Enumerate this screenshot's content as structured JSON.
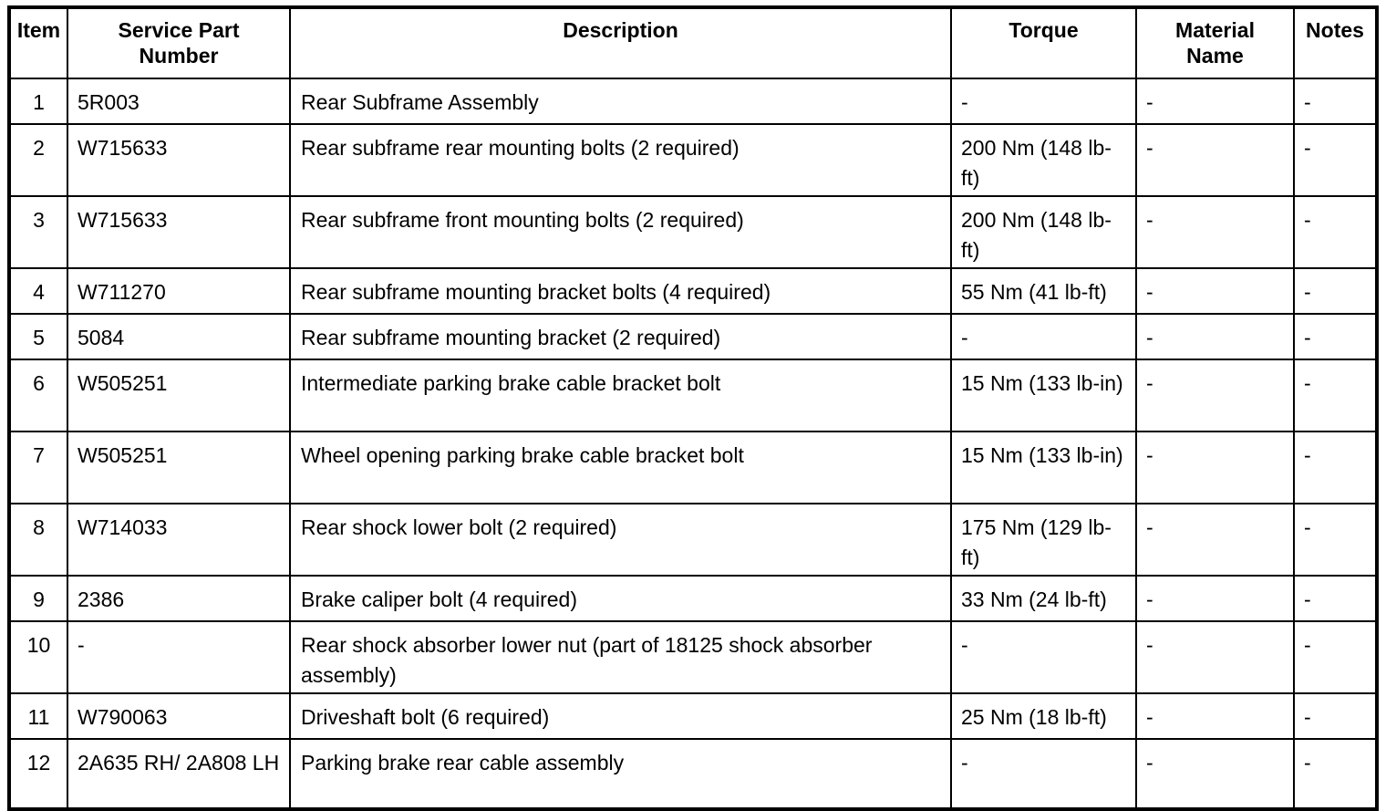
{
  "table": {
    "columns": [
      {
        "key": "item",
        "label": "Item"
      },
      {
        "key": "part",
        "label": "Service Part Number"
      },
      {
        "key": "desc",
        "label": "Description"
      },
      {
        "key": "torque",
        "label": "Torque"
      },
      {
        "key": "mat",
        "label": "Material Name"
      },
      {
        "key": "notes",
        "label": "Notes"
      }
    ],
    "header": {
      "item": "Item",
      "part_line1": "Service Part",
      "part_line2": "Number",
      "desc": "Description",
      "torque": "Torque",
      "mat_line1": "Material",
      "mat_line2": "Name",
      "notes": "Notes"
    },
    "empty_value": "-",
    "rows": [
      {
        "item": "1",
        "part": "5R003",
        "desc": "Rear Subframe Assembly",
        "torque": "-",
        "mat": "-",
        "notes": "-"
      },
      {
        "item": "2",
        "part": "W715633",
        "desc": "Rear subframe rear mounting bolts (2 required)",
        "torque": "200 Nm (148 lb-ft)",
        "mat": "-",
        "notes": "-"
      },
      {
        "item": "3",
        "part": "W715633",
        "desc": "Rear subframe front mounting bolts (2 required)",
        "torque": "200 Nm (148 lb-ft)",
        "mat": "-",
        "notes": "-"
      },
      {
        "item": "4",
        "part": "W711270",
        "desc": "Rear subframe mounting bracket bolts (4 required)",
        "torque": "55 Nm (41 lb-ft)",
        "mat": "-",
        "notes": "-"
      },
      {
        "item": "5",
        "part": "5084",
        "desc": "Rear subframe mounting bracket (2 required)",
        "torque": "-",
        "mat": "-",
        "notes": "-"
      },
      {
        "item": "6",
        "part": "W505251",
        "desc": "Intermediate parking brake cable bracket bolt",
        "torque": "15 Nm (133 lb-in)",
        "mat": "-",
        "notes": "-"
      },
      {
        "item": "7",
        "part": "W505251",
        "desc": "Wheel opening parking brake cable bracket bolt",
        "torque": "15 Nm (133 lb-in)",
        "mat": "-",
        "notes": "-"
      },
      {
        "item": "8",
        "part": "W714033",
        "desc": "Rear shock lower bolt (2 required)",
        "torque": "175 Nm (129 lb-ft)",
        "mat": "-",
        "notes": "-"
      },
      {
        "item": "9",
        "part": "2386",
        "desc": "Brake caliper bolt (4 required)",
        "torque": "33 Nm (24 lb-ft)",
        "mat": "-",
        "notes": "-"
      },
      {
        "item": "10",
        "part": "-",
        "desc": "Rear shock absorber lower nut (part of 18125 shock absorber assembly)",
        "torque": "-",
        "mat": "-",
        "notes": "-"
      },
      {
        "item": "11",
        "part": "W790063",
        "desc": "Driveshaft bolt (6 required)",
        "torque": "25 Nm (18 lb-ft)",
        "mat": "-",
        "notes": "-"
      },
      {
        "item": "12",
        "part": "2A635 RH/ 2A808 LH",
        "desc": "Parking brake rear cable assembly",
        "torque": "-",
        "mat": "-",
        "notes": "-"
      }
    ]
  },
  "colors": {
    "border": "#000000",
    "text": "#000000",
    "background": "#ffffff"
  }
}
